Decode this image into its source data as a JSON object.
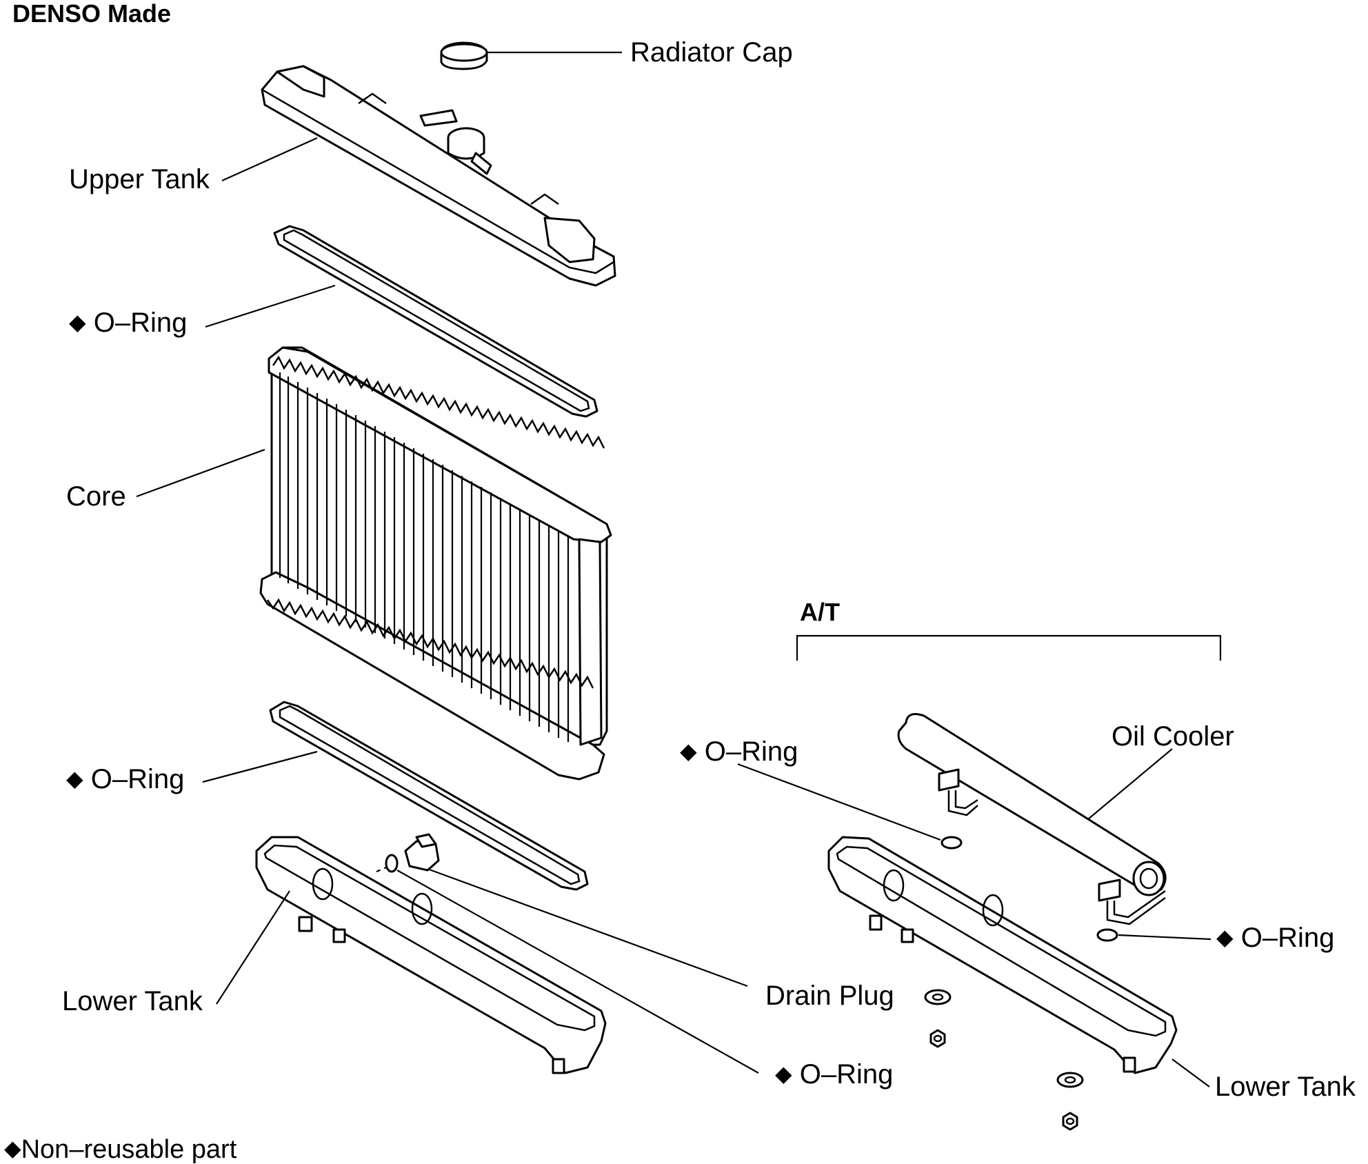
{
  "header": {
    "title": "DENSO Made"
  },
  "labels": {
    "radiator_cap": "Radiator Cap",
    "upper_tank": "Upper Tank",
    "o_ring_upper": "O–Ring",
    "core": "Core",
    "o_ring_lower": "O–Ring",
    "lower_tank": "Lower Tank",
    "drain_plug": "Drain Plug",
    "o_ring_drain": "O–Ring",
    "at_section": "A/T",
    "oil_cooler": "Oil Cooler",
    "o_ring_at_upper": "O–Ring",
    "o_ring_at_lower": "O–Ring",
    "lower_tank_at": "Lower Tank"
  },
  "legend": {
    "marker": "◆",
    "text": "Non–reusable part"
  },
  "icons": {
    "non_reusable_marker": "diamond-icon"
  }
}
